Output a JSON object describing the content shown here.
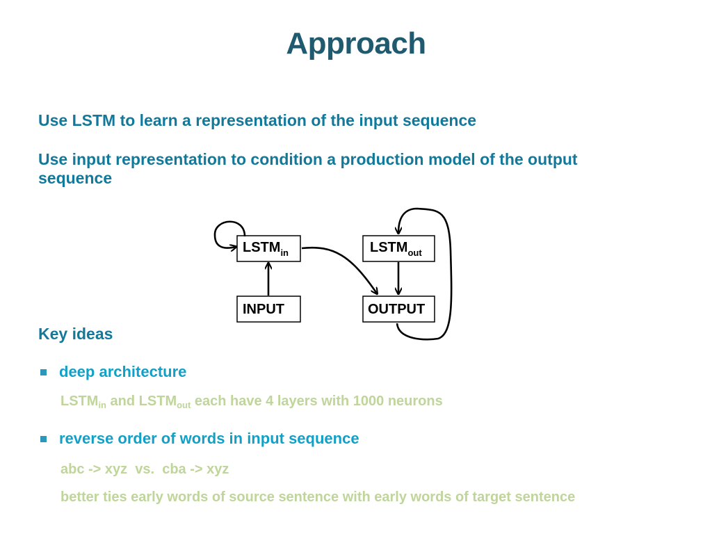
{
  "title": "Approach",
  "lines": [
    "Use LSTM to learn a representation of the input sequence",
    "Use input representation to condition a production model of the output sequence"
  ],
  "diagram": {
    "lstm_in": {
      "base": "LSTM",
      "sub": "in"
    },
    "lstm_out": {
      "base": "LSTM",
      "sub": "out"
    },
    "input": "INPUT",
    "output": "OUTPUT"
  },
  "key_ideas": {
    "heading": "Key ideas",
    "bullets": [
      {
        "text": "deep architecture",
        "detail": {
          "a_base": "LSTM",
          "a_sub": "in",
          "mid": " and ",
          "b_base": "LSTM",
          "b_sub": "out",
          "rest": " each have 4 layers with 1000 neurons"
        }
      },
      {
        "text": "reverse order of words in input sequence",
        "details": [
          "abc -> xyz  vs.  cba -> xyz",
          "better ties early words of source sentence with early words of target sentence"
        ]
      }
    ]
  },
  "colors": {
    "title": "#1f5a6e",
    "body": "#12799b",
    "bullet": "#12a0c7",
    "detail": "#bfd59a"
  }
}
